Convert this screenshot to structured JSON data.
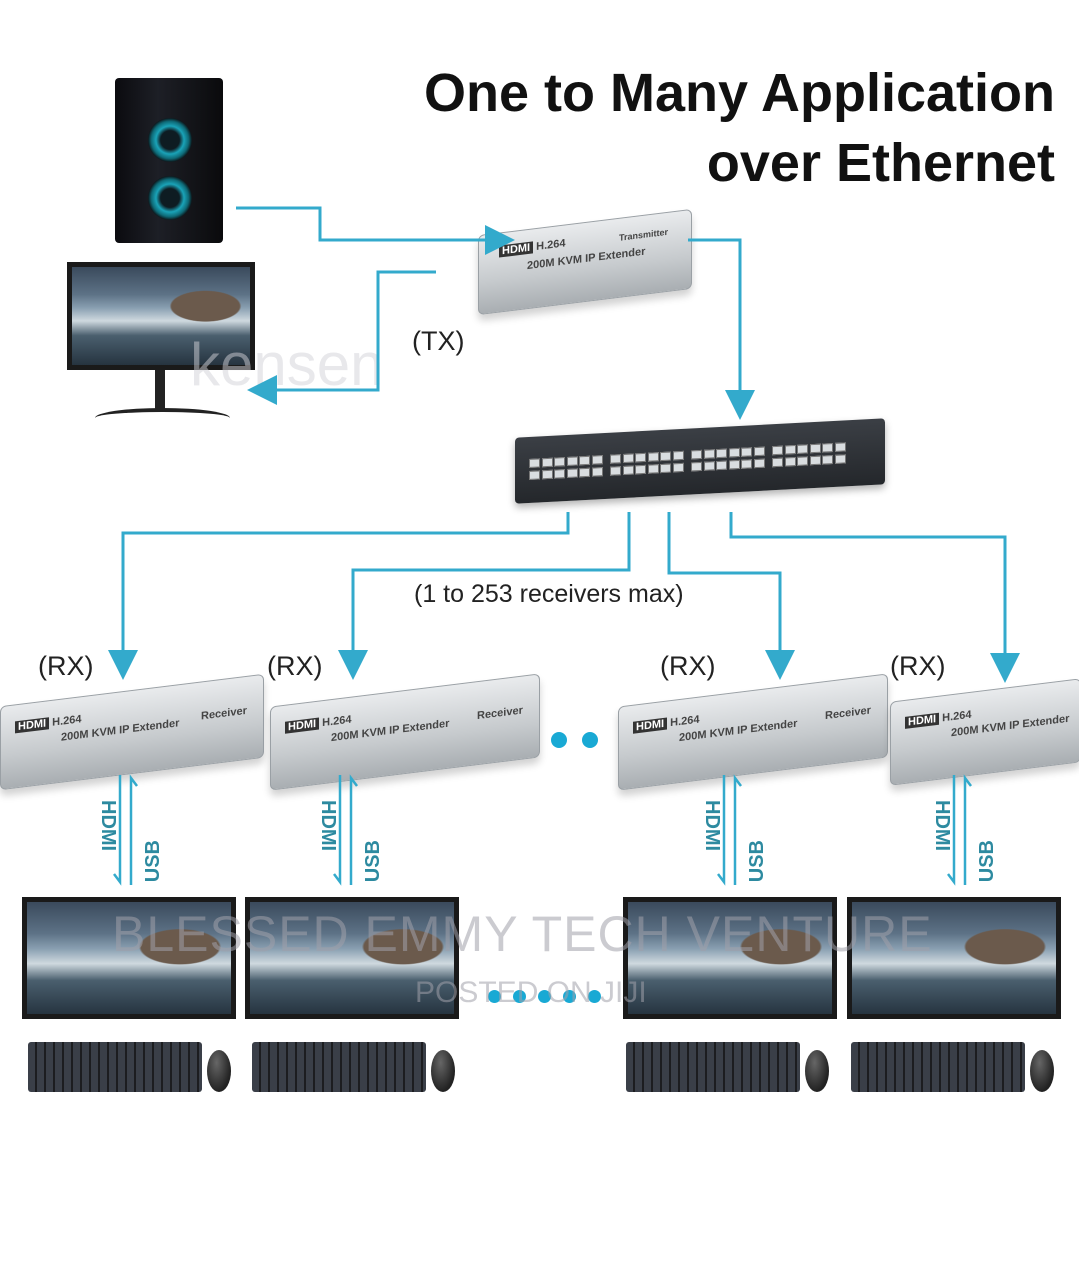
{
  "title": {
    "line1": "One to Many Application",
    "line2": "over Ethernet"
  },
  "labels": {
    "tx": "(TX)",
    "rx": "(RX)",
    "receivers_max": "(1 to 253 receivers max)",
    "hdmi": "HDMI",
    "usb": "USB"
  },
  "devices": {
    "hdmi_logo": "HDMI",
    "codec": "H.264",
    "extender_name": "200M KVM IP Extender",
    "tx_role": "Transmitter",
    "rx_role": "Receiver"
  },
  "watermarks": {
    "main": "BLESSED EMMY TECH VENTURE",
    "sub": "POSTED ON JIJI",
    "brand": "kensen"
  },
  "colors": {
    "connector": "#33aacc",
    "dots": "#19a9d4",
    "text": "#111111"
  }
}
